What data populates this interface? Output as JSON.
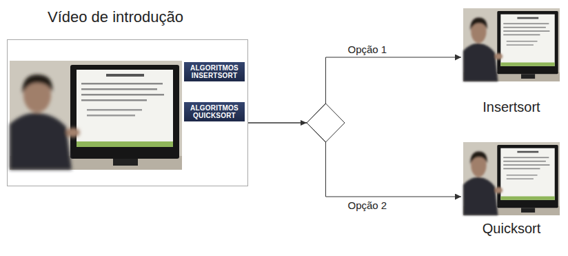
{
  "diagram": {
    "nodes": [
      {
        "text": [
          "Vídeo de introdução"
        ]
      },
      {
        "text": [
          "ALGORITMOS INSERTSORT"
        ],
        "in": 0
      },
      {
        "text": [
          "ALGORITMOS QUICKSORT"
        ],
        "in": 0
      },
      {
        "text": [
          "Insertsort"
        ]
      },
      {
        "text": [
          "Quicksort"
        ]
      }
    ],
    "edges": [
      {
        "from": 0,
        "to": 3,
        "arrow": "to",
        "label": "Opção 1"
      },
      {
        "from": 0,
        "to": 4,
        "arrow": "to",
        "label": "Opção 2"
      }
    ]
  }
}
